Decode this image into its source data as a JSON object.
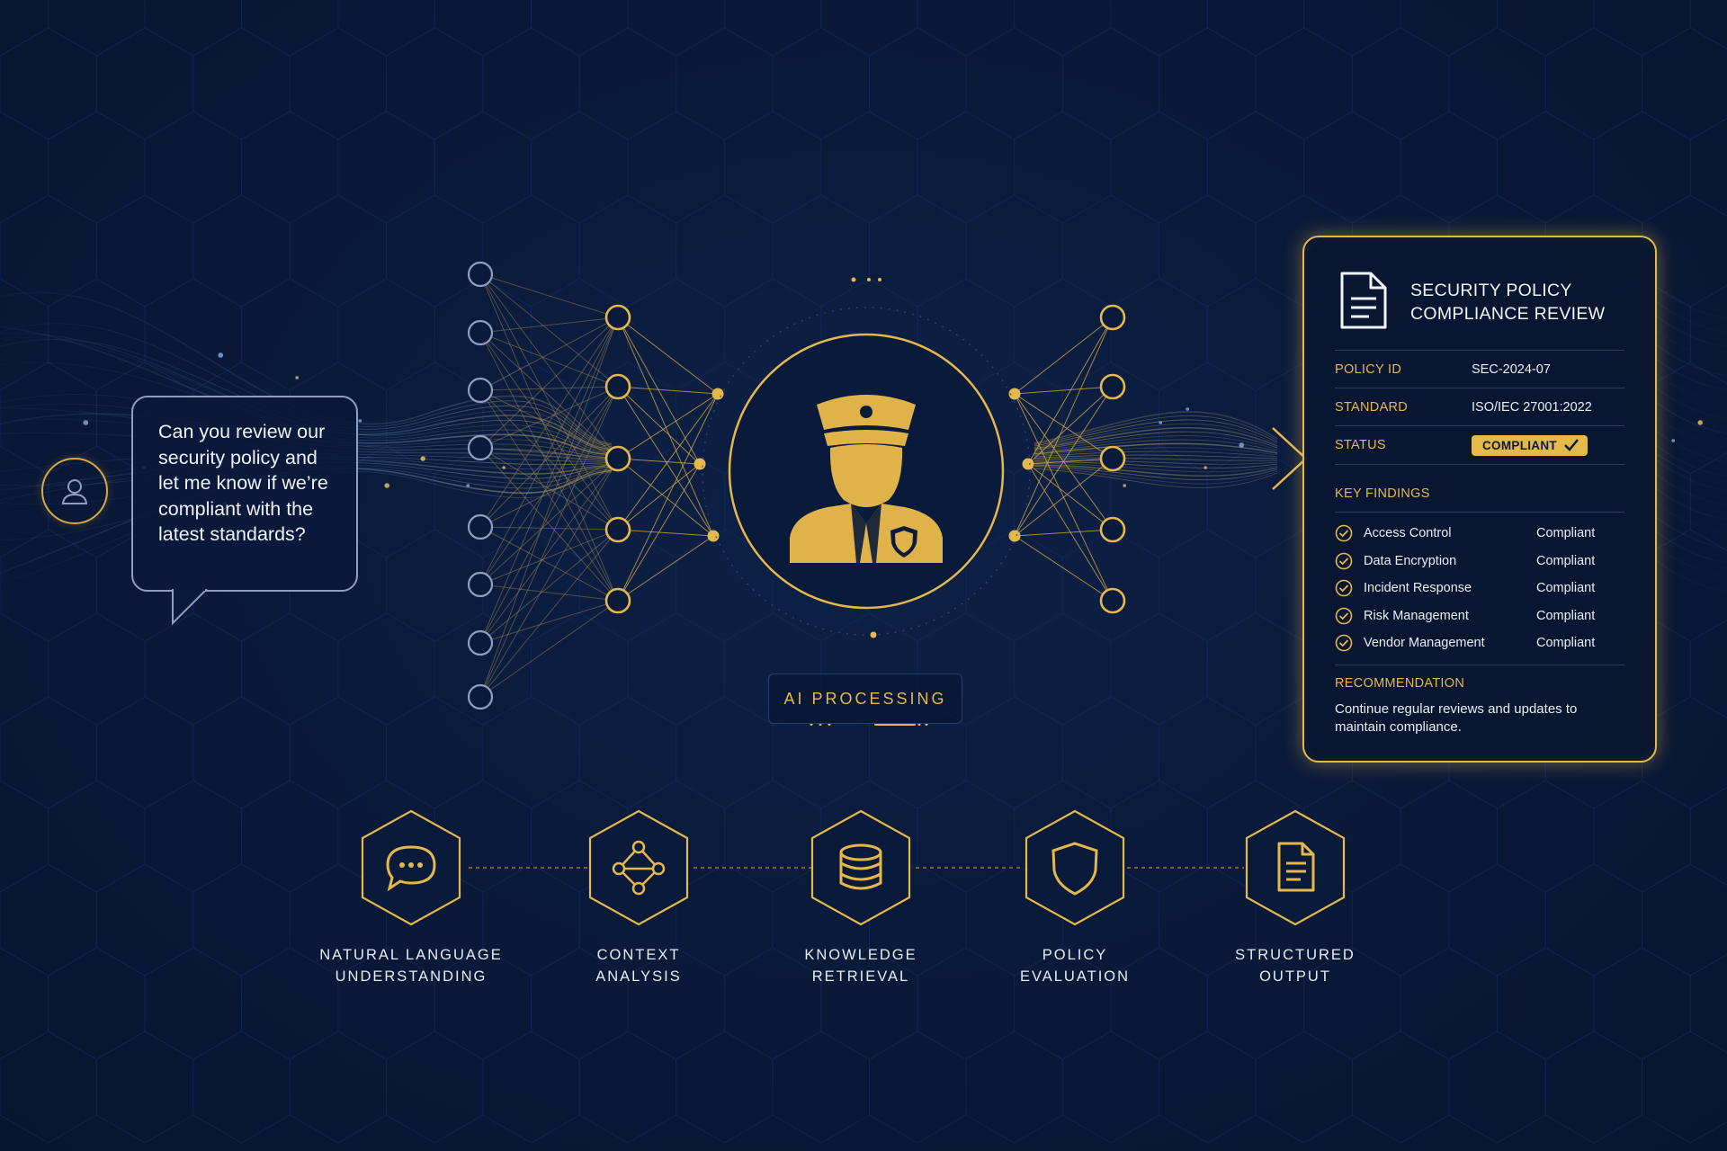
{
  "prompt": {
    "text": "Can you review our security policy and let me know if we’re compliant with the latest standards?"
  },
  "processing": {
    "label": "AI PROCESSING"
  },
  "review_card": {
    "title": "SECURITY POLICY COMPLIANCE REVIEW",
    "fields": [
      {
        "label": "POLICY ID",
        "value": "SEC-2024-07"
      },
      {
        "label": "STANDARD",
        "value": "ISO/IEC 27001:2022"
      }
    ],
    "status_label": "STATUS",
    "status_value": "COMPLIANT",
    "key_findings_label": "KEY FINDINGS",
    "findings": [
      {
        "name": "Access Control",
        "status": "Compliant"
      },
      {
        "name": "Data Encryption",
        "status": "Compliant"
      },
      {
        "name": "Incident Response",
        "status": "Compliant"
      },
      {
        "name": "Risk Management",
        "status": "Compliant"
      },
      {
        "name": "Vendor Management",
        "status": "Compliant"
      }
    ],
    "recommendation_label": "RECOMMENDATION",
    "recommendation_text": "Continue regular reviews and updates to maintain compliance."
  },
  "steps": [
    {
      "label": "NATURAL LANGUAGE\nUNDERSTANDING",
      "icon": "chat-bubble-icon"
    },
    {
      "label": "CONTEXT\nANALYSIS",
      "icon": "network-nodes-icon"
    },
    {
      "label": "KNOWLEDGE\nRETRIEVAL",
      "icon": "database-icon"
    },
    {
      "label": "POLICY\nEVALUATION",
      "icon": "shield-icon"
    },
    {
      "label": "STRUCTURED\nOUTPUT",
      "icon": "document-icon"
    }
  ],
  "colors": {
    "background": "#0a1a3a",
    "accent_gold": "#e5b84a",
    "input_nodes": "#8ea0bd",
    "text": "#e6ecf5"
  }
}
